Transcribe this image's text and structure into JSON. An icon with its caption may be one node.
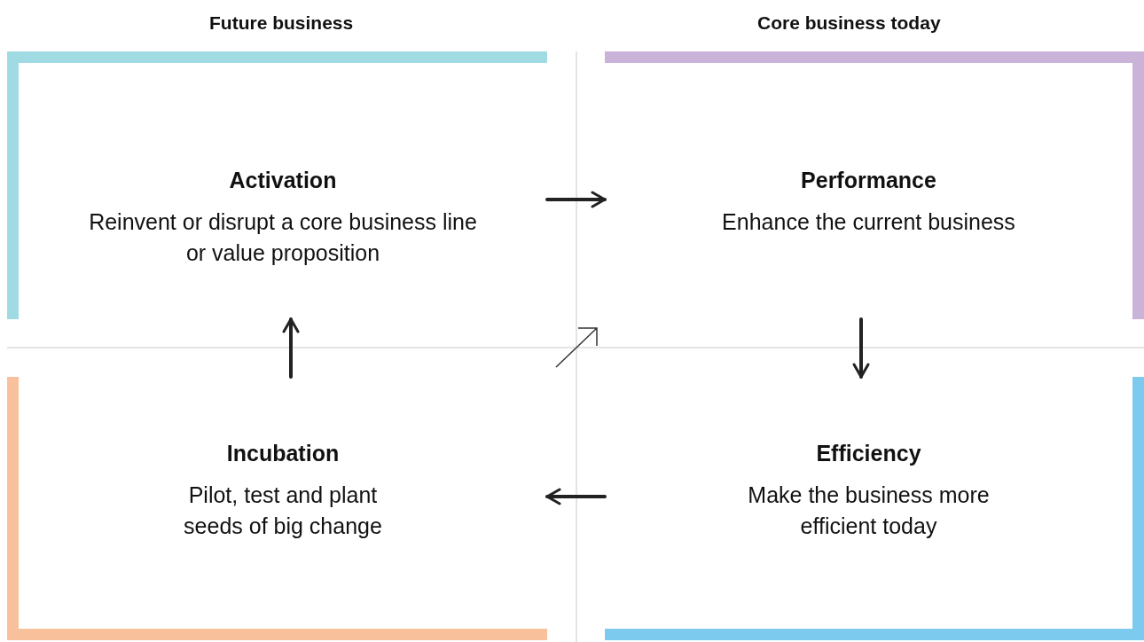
{
  "diagram": {
    "nodes": [
      {
        "text": [
          "Activation",
          "Reinvent or disrupt a core business line or value proposition"
        ]
      },
      {
        "text": [
          "Performance",
          "Enhance the current business"
        ]
      },
      {
        "text": [
          "Incubation",
          "Pilot, test and plant seeds of big change"
        ]
      },
      {
        "text": [
          "Efficiency",
          "Make the business more efficient today"
        ]
      }
    ],
    "edges": [
      {
        "from": 0,
        "to": 1,
        "arrow": "to"
      },
      {
        "from": 1,
        "to": 3,
        "arrow": "to"
      },
      {
        "from": 3,
        "to": 2,
        "arrow": "to"
      },
      {
        "from": 2,
        "to": 0,
        "arrow": "to"
      }
    ],
    "labels": [
      "Future business",
      "Core business today"
    ]
  }
}
